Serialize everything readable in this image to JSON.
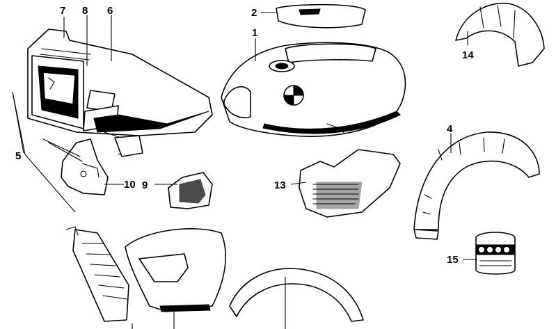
{
  "callouts": {
    "c1": "1",
    "c2": "2",
    "c4": "4",
    "c5": "5",
    "c6": "6",
    "c7": "7",
    "c8": "8",
    "c9": "9",
    "c10": "10",
    "c13": "13",
    "c14": "14",
    "c15": "15"
  }
}
